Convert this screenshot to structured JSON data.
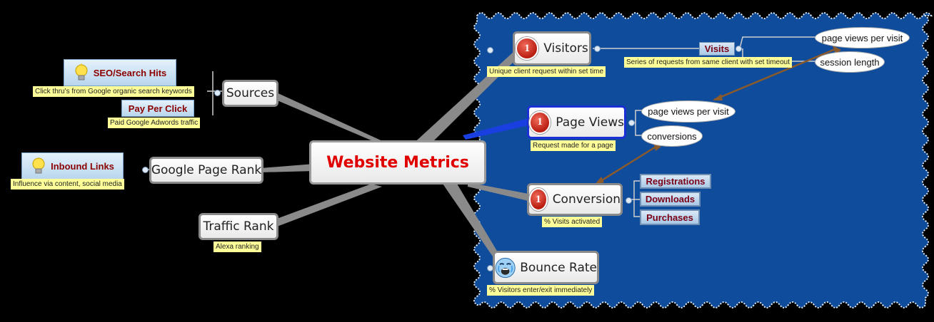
{
  "central": {
    "label": "Website Metrics"
  },
  "left": {
    "sources": {
      "label": "Sources",
      "children": {
        "seo": {
          "label": "SEO/Search Hits",
          "note": "Click thru's from Google organic search keywords",
          "icon": "lightbulb-icon"
        },
        "ppc": {
          "label": "Pay Per Click",
          "note": "Paid Google Adwords traffic"
        }
      }
    },
    "pagerank": {
      "label": "Google Page Rank",
      "children": {
        "inbound": {
          "label": "Inbound Links",
          "note": "Influence via content, social media",
          "icon": "lightbulb-icon"
        }
      }
    },
    "traffic": {
      "label": "Traffic Rank",
      "note": "Alexa ranking"
    }
  },
  "right": {
    "visitors": {
      "label": "Visitors",
      "priority": "1",
      "note": "Unique client request within set time",
      "visits": {
        "label": "Visits",
        "note": "Series of requests from same client with set timeout"
      },
      "ovals": [
        "page views per visit",
        "session length"
      ]
    },
    "pageviews": {
      "label": "Page Views",
      "priority": "1",
      "note": "Request made for a page",
      "ovals": [
        "page views per visit",
        "conversions"
      ]
    },
    "conversion": {
      "label": "Conversion",
      "priority": "1",
      "note": "% Visits activated",
      "tags": [
        "Registrations",
        "Downloads",
        "Purchases"
      ]
    },
    "bounce": {
      "label": "Bounce Rate",
      "note": "% Visitors enter/exit immediately",
      "icon": "crying-face-icon"
    }
  },
  "colors": {
    "background": "#000000",
    "panel": "#0f4c9c",
    "central_text": "#e00000",
    "note": "#ffff99",
    "callout_text": "#8b0000",
    "relationship": "#8b5a2b"
  }
}
